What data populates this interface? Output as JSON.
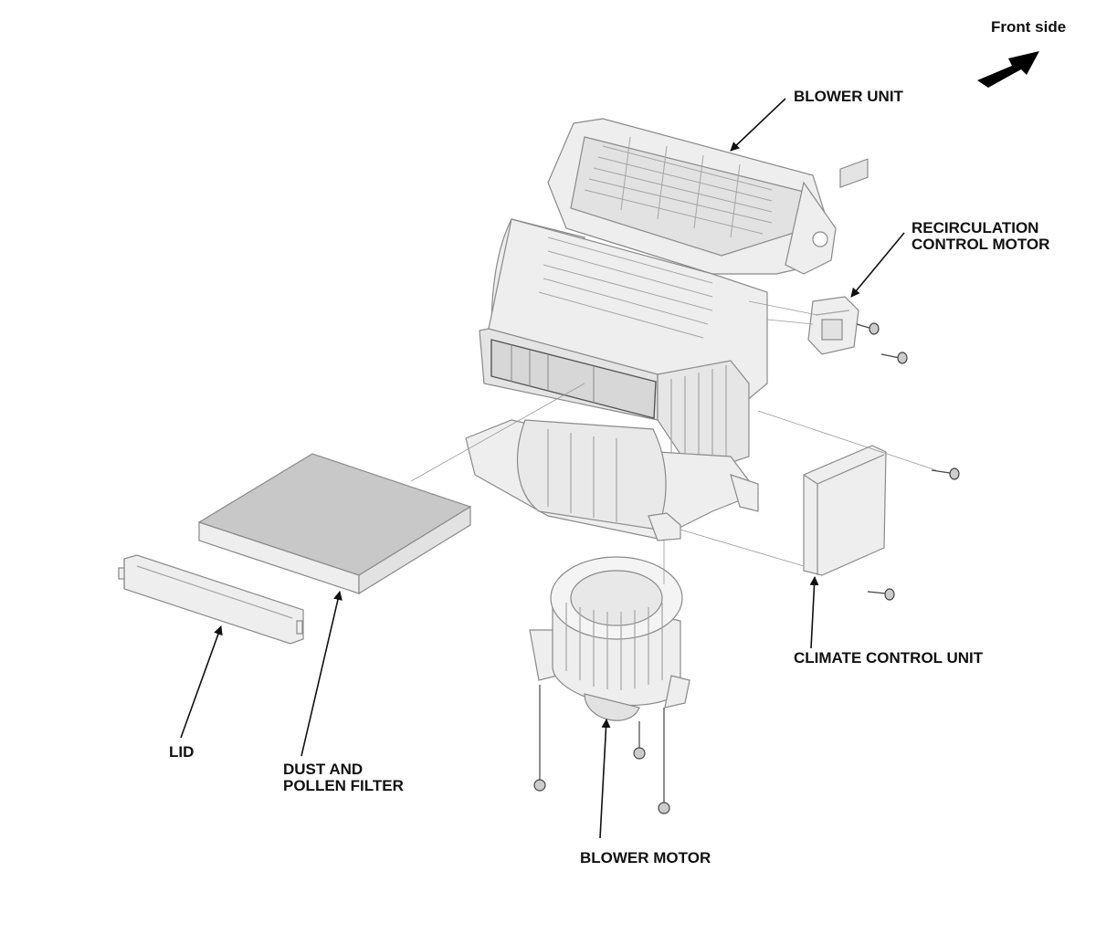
{
  "orientation": {
    "text": "Front side",
    "icon": "front-direction-arrow-icon"
  },
  "labels": {
    "blower_unit": "BLOWER UNIT",
    "recirculation_motor": [
      "RECIRCULATION",
      "CONTROL MOTOR"
    ],
    "climate_control_unit": "CLIMATE CONTROL UNIT",
    "lid": "LID",
    "dust_pollen_filter": [
      "DUST AND",
      "POLLEN FILTER"
    ],
    "blower_motor": "BLOWER MOTOR"
  },
  "colors": {
    "ink": "#111111",
    "part_fill": "#eeeeee",
    "part_stroke": "#8a8a8a",
    "filter_top": "#c8c8c8"
  }
}
